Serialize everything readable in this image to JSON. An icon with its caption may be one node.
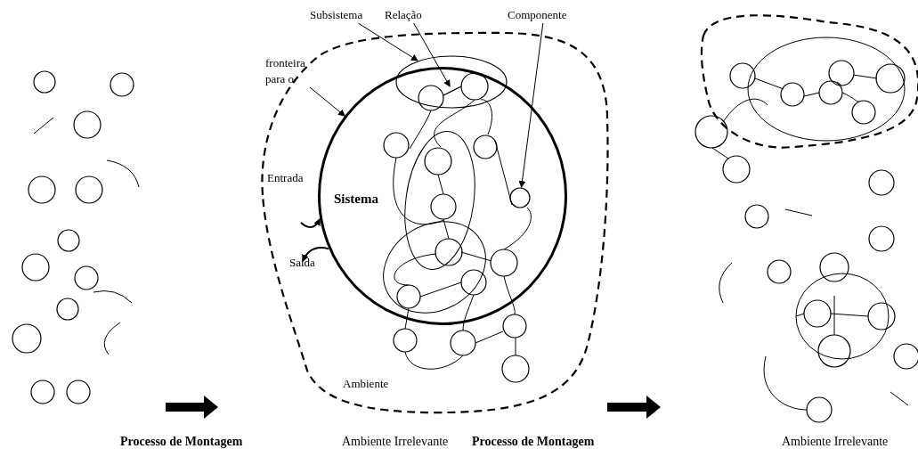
{
  "diagram": {
    "nodes": [
      {
        "text": [
          "Ambiente"
        ]
      },
      {
        "text": [
          "Sistema"
        ],
        "in": 0
      },
      {
        "text": [
          "Subsistema"
        ]
      },
      {
        "text": [],
        "shape": "ellipse",
        "in": 0
      },
      {
        "text": [
          "Relação"
        ]
      },
      {
        "text": [
          "Componente"
        ]
      },
      {
        "text": [],
        "shape": "circle",
        "in": 1
      },
      {
        "text": [
          "fronteira para o"
        ]
      },
      {
        "text": [],
        "shape": "line"
      }
    ],
    "edges": [
      {
        "from": 2,
        "to": 3,
        "arrow": "to"
      },
      {
        "from": 4,
        "to": 8,
        "arrow": "to"
      },
      {
        "from": 5,
        "to": 6,
        "arrow": "to"
      },
      {
        "from": 7,
        "to": 1,
        "arrow": "to"
      },
      {
        "from": null,
        "to": 1,
        "arrow": "to",
        "label": "Entrada"
      },
      {
        "from": 1,
        "to": null,
        "arrow": "to",
        "label": "Saída"
      }
    ],
    "labels": [
      "Processo de Montagem",
      "Ambiente Irrelevante",
      "Processo de Montagem",
      "Ambiente Irrelevante"
    ]
  }
}
